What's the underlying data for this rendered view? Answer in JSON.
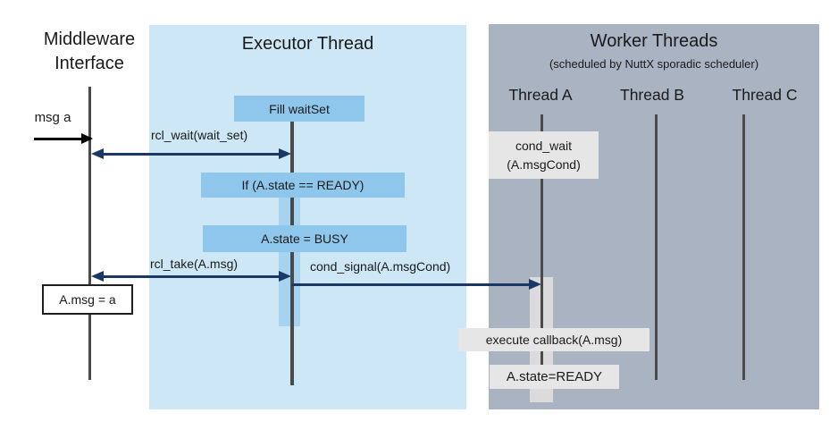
{
  "colors": {
    "executor_panel": "#cde7f6",
    "worker_panel": "#a9b3c1",
    "process_box": "#8fc7ec",
    "executor_activation": "#a6d3f0",
    "worker_activation": "#dbdbdb",
    "label_box": "#e6e6e6",
    "arrow": "#1b3764",
    "lifeline": "#4a4a4a",
    "ink": "#1a1a1a"
  },
  "middleware": {
    "title_line1": "Middleware",
    "title_line2": "Interface",
    "msg_label": "msg a",
    "assignment_box": "A.msg = a"
  },
  "executor": {
    "title": "Executor Thread",
    "fill_waitset": "Fill waitSet",
    "if_ready": "If (A.state == READY)",
    "set_busy": "A.state = BUSY"
  },
  "workers": {
    "title": "Worker Threads",
    "subtitle": "(scheduled by NuttX sporadic scheduler)",
    "thread_a": "Thread A",
    "thread_b": "Thread B",
    "thread_c": "Thread C",
    "cond_wait_line1": "cond_wait",
    "cond_wait_line2": "(A.msgCond)",
    "execute_callback": "execute callback(A.msg)",
    "state_ready": "A.state=READY"
  },
  "messages": {
    "rcl_wait": "rcl_wait(wait_set)",
    "rcl_take": "rcl_take(A.msg)",
    "cond_signal": "cond_signal(A.msgCond)"
  }
}
